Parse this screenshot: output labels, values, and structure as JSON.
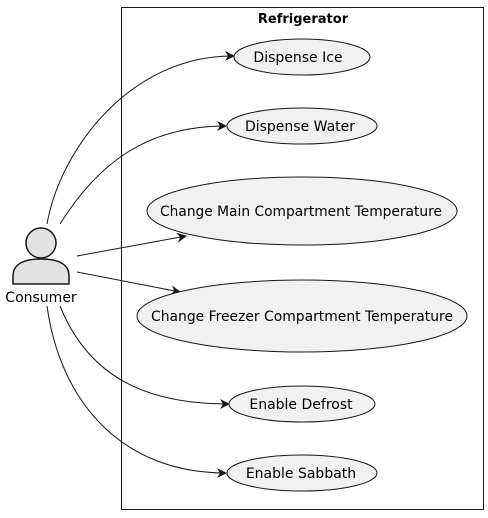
{
  "system": {
    "title": "Refrigerator"
  },
  "actor": {
    "label": "Consumer",
    "icon": "person-icon"
  },
  "use_cases": [
    {
      "id": "dispense-ice",
      "label": "Dispense Ice"
    },
    {
      "id": "dispense-water",
      "label": "Dispense Water"
    },
    {
      "id": "change-main-temp",
      "label": "Change Main Compartment Temperature"
    },
    {
      "id": "change-freezer-temp",
      "label": "Change Freezer Compartment Temperature"
    },
    {
      "id": "enable-defrost",
      "label": "Enable Defrost"
    },
    {
      "id": "enable-sabbath",
      "label": "Enable Sabbath"
    }
  ],
  "edges": [
    {
      "from": "actor",
      "to": "dispense-ice"
    },
    {
      "from": "actor",
      "to": "dispense-water"
    },
    {
      "from": "actor",
      "to": "change-main-temp"
    },
    {
      "from": "actor",
      "to": "change-freezer-temp"
    },
    {
      "from": "actor",
      "to": "enable-defrost"
    },
    {
      "from": "actor",
      "to": "enable-sabbath"
    }
  ],
  "colors": {
    "ellipse_fill": "#f1f1f1",
    "stroke": "#181818",
    "actor_fill": "#e2e2e2"
  }
}
